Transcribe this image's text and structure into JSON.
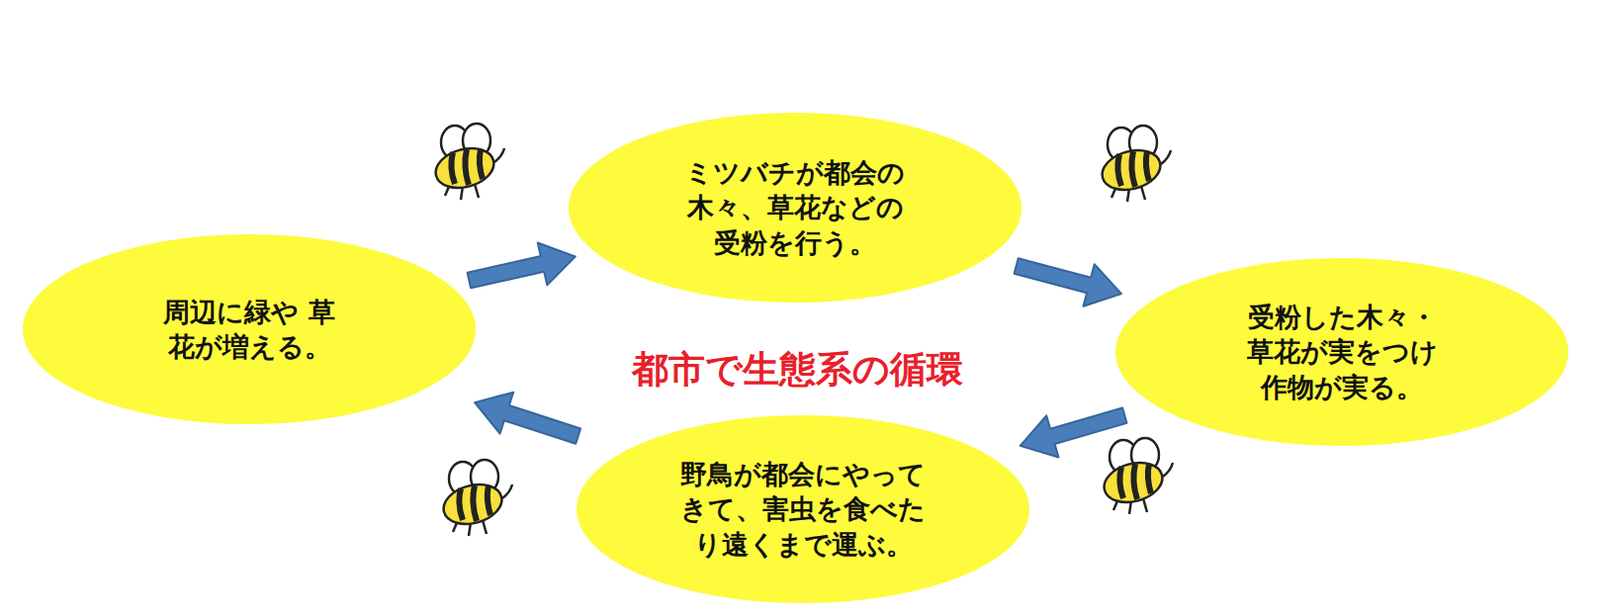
{
  "diagram": {
    "nodes": [
      {
        "text": [
          "ミツバチが都会の 木々、草花などの 受粉を行う。"
        ]
      },
      {
        "text": [
          "受粉した木々・ 草花が実をつけ 作物が実る。"
        ]
      },
      {
        "text": [
          "野鳥が都会にやって きて、害虫を食べた り遠くまで運ぶ。"
        ]
      },
      {
        "text": [
          "周辺に緑や 草花が増える。"
        ]
      }
    ],
    "edges": [
      {
        "from": 3,
        "to": 0,
        "arrow": "to"
      },
      {
        "from": 0,
        "to": 1,
        "arrow": "to"
      },
      {
        "from": 1,
        "to": 2,
        "arrow": "to"
      },
      {
        "from": 2,
        "to": 3,
        "arrow": "to"
      }
    ],
    "labels": [
      "都市で生態系の循環"
    ]
  }
}
